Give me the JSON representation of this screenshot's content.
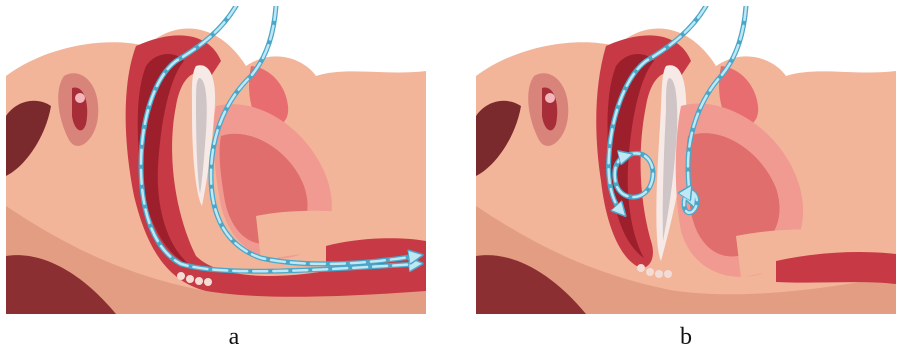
{
  "figure": {
    "panels": [
      {
        "id": "a",
        "label": "a"
      },
      {
        "id": "b",
        "label": "b"
      }
    ]
  },
  "colors": {
    "skin": "#f2b59a",
    "skin_dark": "#e39d83",
    "airway": "#c73a45",
    "airway_dark": "#9e1f2c",
    "tissue_light": "#f6c6c4",
    "soft_palate": "#e58a86",
    "tongue": "#e05a5e",
    "hair": "#7a2a2c",
    "pillow": "#8b2f33",
    "airflow": "#bfe8f4",
    "airflow_stroke": "#4aa7c9"
  }
}
